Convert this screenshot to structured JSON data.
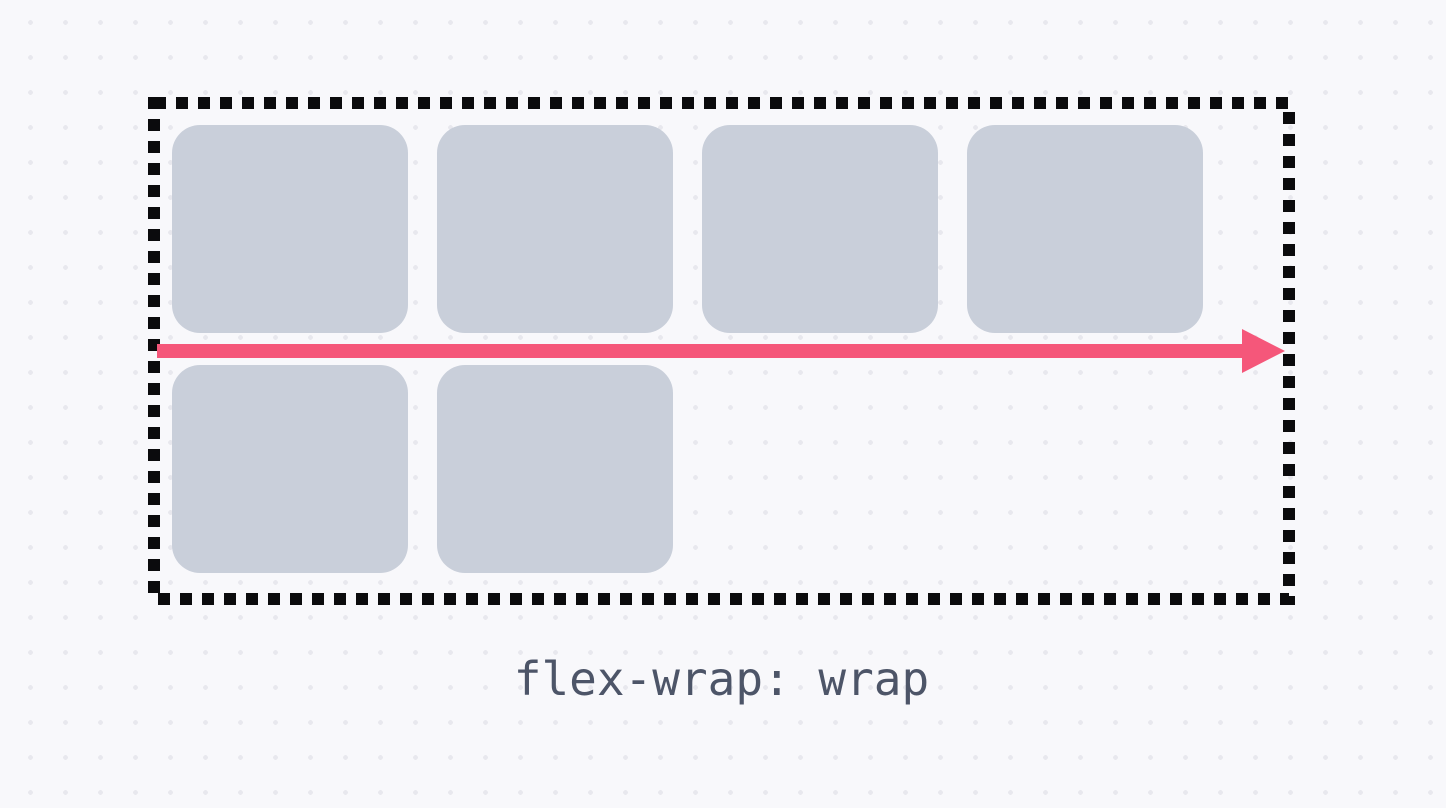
{
  "diagram": {
    "caption": "flex-wrap: wrap",
    "flex_container": {
      "total_items": 6,
      "items_per_row": [
        4,
        2
      ],
      "border_style": "dotted"
    },
    "arrow": {
      "direction": "left-to-right"
    },
    "colors": {
      "background": "#f8f8fb",
      "grid_dot": "#e8e8ee",
      "item": "#c9cfda",
      "arrow": "#f5577a",
      "border": "#0b0b0d",
      "caption": "#4d5568"
    }
  }
}
